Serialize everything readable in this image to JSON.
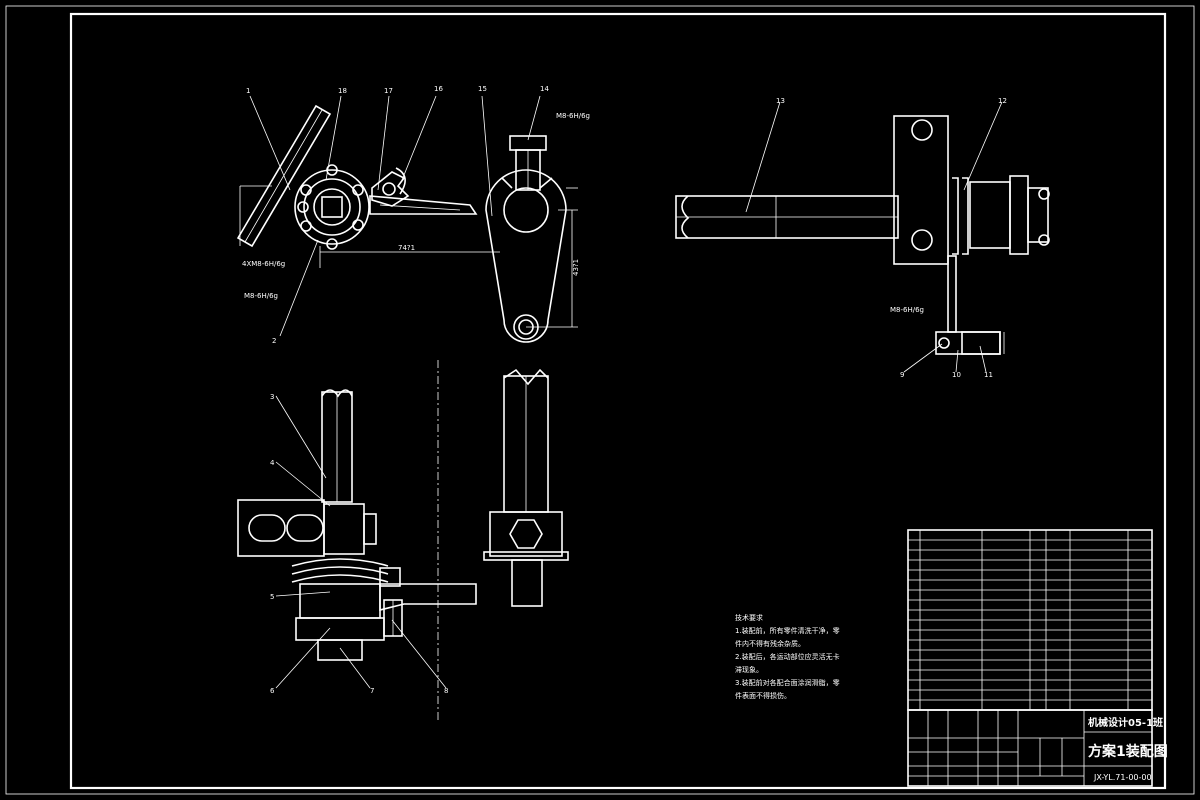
{
  "part_callouts": [
    "1",
    "2",
    "3",
    "4",
    "5",
    "6",
    "7",
    "8",
    "9",
    "10",
    "11",
    "12",
    "13",
    "14",
    "15",
    "16",
    "17",
    "18"
  ],
  "dimensions": {
    "thread_m8": "M8-6H/6g",
    "thread_4xm8": "4XM8-6H/6g",
    "len_74": "74?1",
    "len_43": "43?1"
  },
  "notes": {
    "title": "技术要求",
    "items": [
      "1.装配前，所有零件清洗干净，零件内不得有残余杂质。",
      "2.装配后，各运动部位应灵活无卡滞现象。",
      "3.装配前对各配合面涂润滑脂，零件表面不得损伤。"
    ]
  },
  "title_block": {
    "course": "机械设计05-1班",
    "drawing_name": "方案1装配图",
    "drawing_no": "JX-YL.71-00-00"
  },
  "colors": {
    "background": "#000000",
    "line": "#ffffff"
  }
}
